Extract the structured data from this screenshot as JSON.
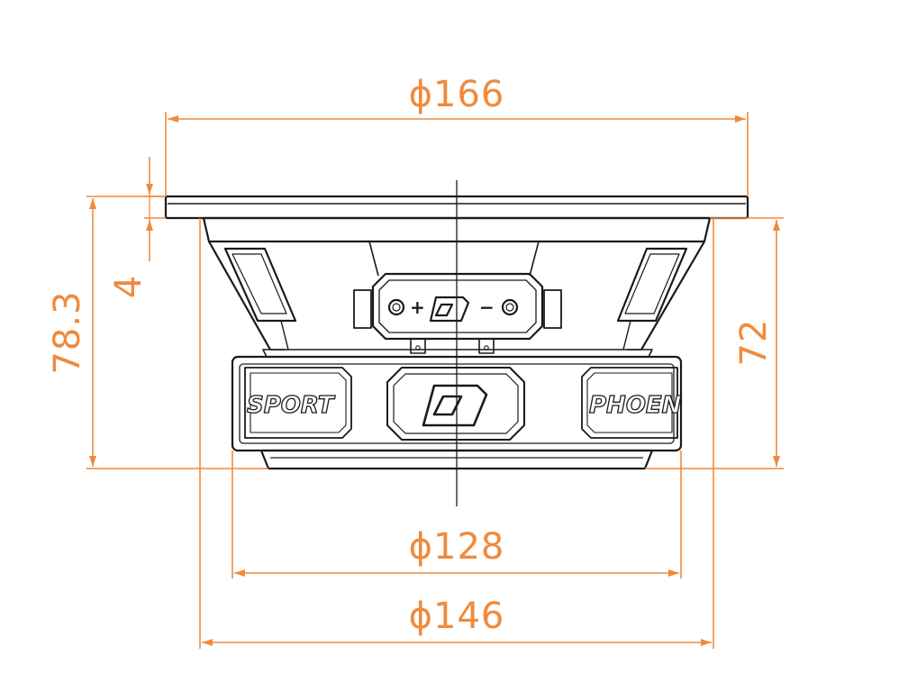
{
  "colors": {
    "dimension": "#F08A3C",
    "outline": "#1a1a1a",
    "background": "#ffffff"
  },
  "dimensions": {
    "overall_diameter": "ϕ166",
    "flange_thickness": "4",
    "total_depth": "78.3",
    "body_depth": "72",
    "magnet_diameter": "ϕ128",
    "basket_diameter": "ϕ146"
  },
  "speaker": {
    "terminal_plus": "+",
    "terminal_minus": "−",
    "badge_left": "SPORT",
    "badge_right": "PHOEN",
    "logo_icon": "brand-logo-icon"
  }
}
